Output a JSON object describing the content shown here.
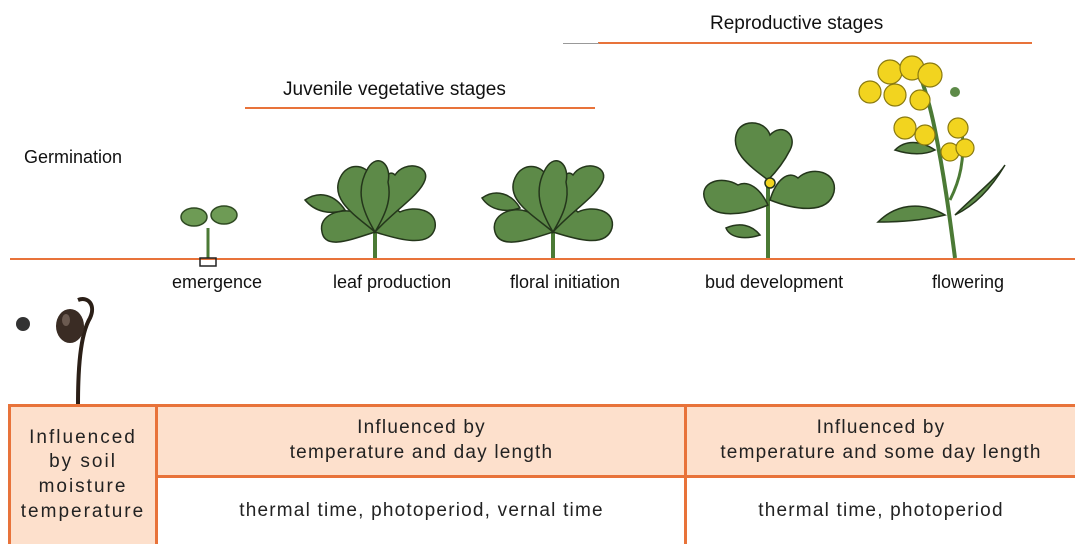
{
  "headers": {
    "reproductive": "Reproductive stages",
    "juvenile": "Juvenile vegetative stages",
    "germination": "Germination"
  },
  "stages": [
    {
      "label": "emergence"
    },
    {
      "label": "leaf production"
    },
    {
      "label": "floral initiation"
    },
    {
      "label": "bud development"
    },
    {
      "label": "flowering"
    }
  ],
  "table": {
    "col1": {
      "line1": "Influenced",
      "line2": "by soil",
      "line3": "moisture",
      "line4": "temperature"
    },
    "col2": {
      "top_line1": "Influenced by",
      "top_line2": "temperature and day length",
      "bottom": "thermal time, photoperiod, vernal time"
    },
    "col3": {
      "top_line1": "Influenced by",
      "top_line2": "temperature and some day length",
      "bottom": "thermal time, photoperiod"
    }
  },
  "colors": {
    "accent": "#e8733a",
    "peach": "#fde0cc",
    "leaf": "#5d8a48",
    "flower": "#f2d41f"
  }
}
